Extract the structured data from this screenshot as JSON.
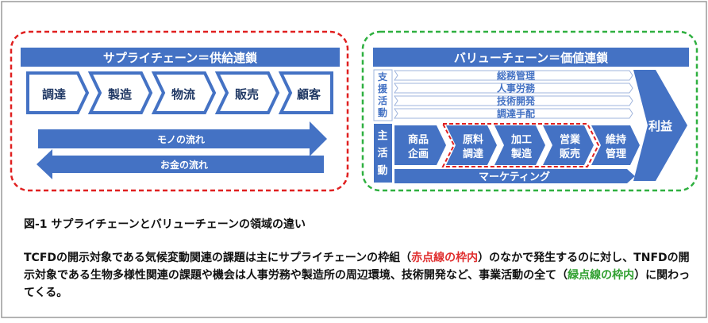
{
  "supply_chain": {
    "banner": "サプライチェーン＝供給連鎖",
    "steps": [
      "調達",
      "製造",
      "物流",
      "販売",
      "顧客"
    ],
    "flow_goods": "モノの流れ",
    "flow_money": "お金の流れ"
  },
  "value_chain": {
    "banner": "バリューチェーン＝価値連鎖",
    "support_label": [
      "支",
      "援",
      "活",
      "動"
    ],
    "support_items": [
      "総務管理",
      "人事労務",
      "技術開発",
      "調達手配"
    ],
    "primary_label": [
      "主",
      "活",
      "動"
    ],
    "primary_items": [
      [
        "商品",
        "企画"
      ],
      [
        "原料",
        "調達"
      ],
      [
        "加工",
        "製造"
      ],
      [
        "営業",
        "販売"
      ],
      [
        "維持",
        "管理"
      ]
    ],
    "marketing": "マーケティング",
    "profit": "利益"
  },
  "caption": {
    "title": "図-1 サプライチェーンとバリューチェーンの領域の違い",
    "body_1": "TCFDの開示対象である気候変動関連の課題は主にサプライチェーンの枠組（",
    "body_red": "赤点線の枠内",
    "body_2": "）のなかで発生するのに対し、TNFDの開示対象である生物多様性関連の課題や機会は人事労務や製造所の周辺環境、技術開発など、事業活動の全て（",
    "body_green": "緑点線の枠内",
    "body_3": "）に関わってくる。"
  },
  "colors": {
    "blue": "#4472c4",
    "red_dash": "#e02020",
    "green_dash": "#2fb040",
    "light_border": "#9fb4dc"
  }
}
